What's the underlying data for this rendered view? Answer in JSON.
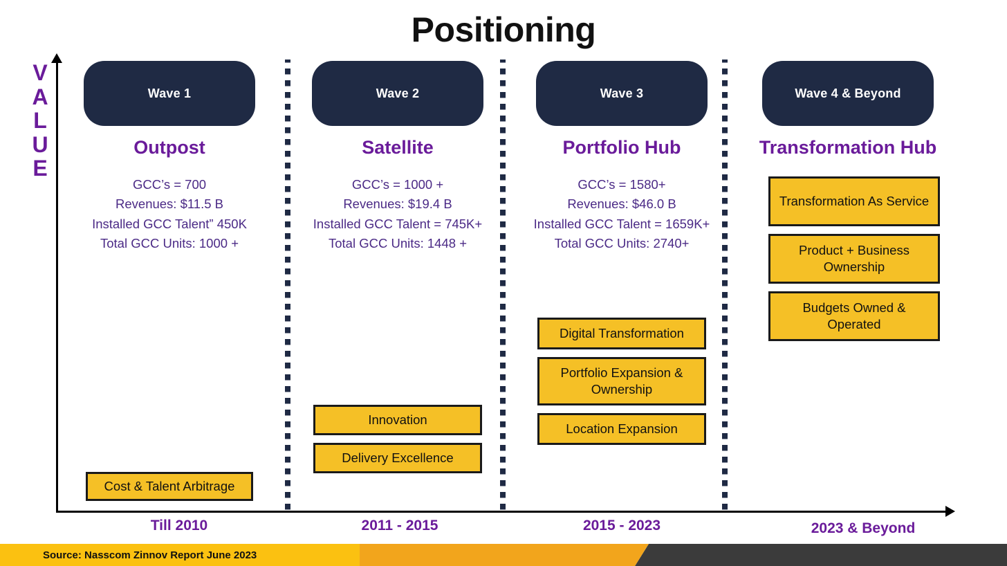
{
  "title": "Positioning",
  "axes": {
    "y_label_letters": [
      "V",
      "A",
      "L",
      "U",
      "E"
    ],
    "y_label": "VALUE"
  },
  "columns": [
    {
      "wave": "Wave 1",
      "stage": "Outpost",
      "stats": [
        "GCC’s = 700",
        "Revenues: $11.5 B",
        "Installed GCC Talent” 450K",
        "Total GCC Units: 1000 +"
      ],
      "boxes": [
        "Cost & Talent Arbitrage"
      ],
      "period": "Till 2010"
    },
    {
      "wave": "Wave 2",
      "stage": "Satellite",
      "stats": [
        "GCC’s = 1000 +",
        "Revenues: $19.4 B",
        "Installed GCC Talent = 745K+",
        "Total GCC Units: 1448 +"
      ],
      "boxes": [
        "Innovation",
        "Delivery Excellence"
      ],
      "period": "2011 - 2015"
    },
    {
      "wave": "Wave 3",
      "stage": "Portfolio Hub",
      "stats": [
        "GCC’s = 1580+",
        "Revenues: $46.0 B",
        "Installed GCC Talent = 1659K+",
        "Total GCC Units: 2740+"
      ],
      "boxes": [
        "Digital Transformation",
        "Portfolio Expansion & Ownership",
        "Location Expansion"
      ],
      "period": "2015 - 2023"
    },
    {
      "wave": "Wave 4 & Beyond",
      "stage": "Transformation Hub",
      "stats": [],
      "boxes": [
        "Transformation As Service",
        "Product + Business Ownership",
        "Budgets Owned & Operated"
      ],
      "period": "2023 & Beyond"
    }
  ],
  "footer": {
    "source": "Source: Nasscom Zinnov Report June 2023"
  },
  "colors": {
    "navy": "#1f2a44",
    "purple": "#6a1b9a",
    "stats_purple": "#4b2a86",
    "yellow_box": "#f5c026",
    "footer_yellow": "#fbc111",
    "footer_orange": "#f2a51c",
    "footer_dark": "#3b3b3b",
    "background": "#ffffff"
  },
  "chart_data": {
    "type": "table",
    "title": "Positioning",
    "xlabel": "",
    "ylabel": "VALUE",
    "grid": false,
    "legend": "none",
    "x_categories": [
      "Till 2010",
      "2011 - 2015",
      "2015 - 2023",
      "2023 & Beyond"
    ],
    "series": [
      {
        "name": "Wave 1",
        "stage": "Outpost",
        "period": "Till 2010",
        "gccs": "700",
        "revenues_usd_b": 11.5,
        "installed_gcc_talent": "450K",
        "total_gcc_units": "1000 +",
        "capabilities": [
          "Cost & Talent Arbitrage"
        ]
      },
      {
        "name": "Wave 2",
        "stage": "Satellite",
        "period": "2011 - 2015",
        "gccs": "1000 +",
        "revenues_usd_b": 19.4,
        "installed_gcc_talent": "745K+",
        "total_gcc_units": "1448 +",
        "capabilities": [
          "Innovation",
          "Delivery Excellence"
        ]
      },
      {
        "name": "Wave 3",
        "stage": "Portfolio Hub",
        "period": "2015 - 2023",
        "gccs": "1580+",
        "revenues_usd_b": 46.0,
        "installed_gcc_talent": "1659K+",
        "total_gcc_units": "2740+",
        "capabilities": [
          "Digital Transformation",
          "Portfolio Expansion & Ownership",
          "Location Expansion"
        ]
      },
      {
        "name": "Wave 4 & Beyond",
        "stage": "Transformation Hub",
        "period": "2023 & Beyond",
        "capabilities": [
          "Transformation As Service",
          "Product + Business Ownership",
          "Budgets Owned & Operated"
        ]
      }
    ]
  }
}
